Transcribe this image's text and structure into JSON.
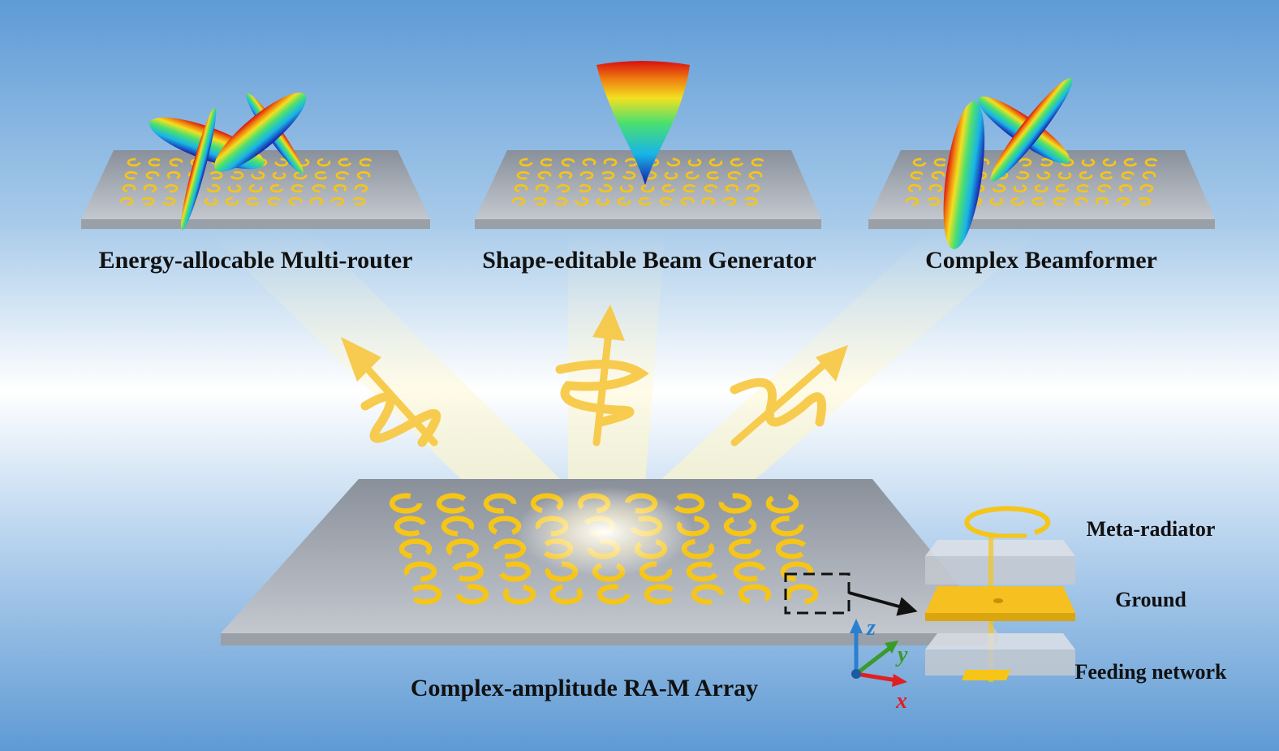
{
  "panels": [
    {
      "title": "Energy-allocable Multi-router"
    },
    {
      "title": "Shape-editable Beam Generator"
    },
    {
      "title": "Complex Beamformer"
    }
  ],
  "array": {
    "title": "Complex-amplitude RA-M Array"
  },
  "unit_cell": {
    "layers": [
      "Meta-radiator",
      "Ground",
      "Feeding network"
    ]
  },
  "axes": {
    "x": "x",
    "y": "y",
    "z": "z"
  },
  "colors": {
    "background_top": "#5e9bd6",
    "background_mid": "#ffffff",
    "substrate": "#b9bec6",
    "metal": "#f5c518",
    "beam_glow": "#fff3b0",
    "axis_x": "#e02020",
    "axis_y": "#3a9a2a",
    "axis_z": "#2a7fd0"
  },
  "icons": [
    "radiation-pattern-icon",
    "wave-arrow-icon",
    "coordinate-axes-icon"
  ]
}
